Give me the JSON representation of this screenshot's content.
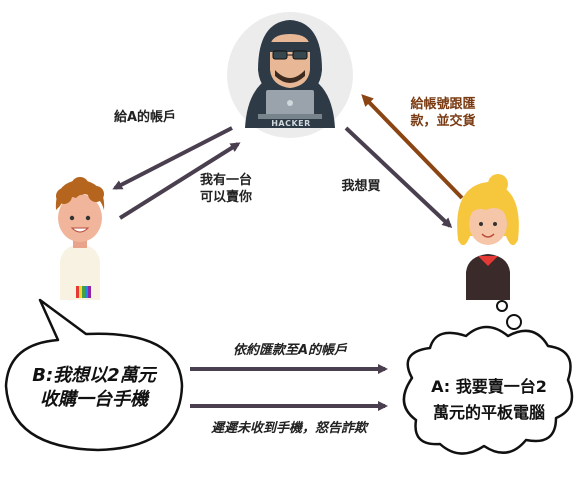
{
  "hacker": {
    "caption": "HACKER"
  },
  "arrows": {
    "hacker_to_buyer": "給A的帳戶",
    "offer_lines": [
      "我有一台",
      "可以賣你"
    ],
    "seller_to_hacker": "我想買",
    "hacker_to_seller_lines": [
      "給帳號跟匯",
      "款，並交貨"
    ],
    "bottom_top": "依約匯款至A的帳戶",
    "bottom_bottom": "遲遲未收到手機，怒告詐欺"
  },
  "buyer_bubble": {
    "lines": [
      "B:我想以2萬元",
      "收購一台手機"
    ]
  },
  "seller_bubble": {
    "lines": [
      "A: 我要賣一台2",
      "萬元的平板電腦"
    ]
  },
  "colors": {
    "dark_arrow": "#4a3f4e",
    "brown_arrow": "#8b4513",
    "hacker_hood": "#2e3a45",
    "laptop": "#9aa3ab"
  }
}
